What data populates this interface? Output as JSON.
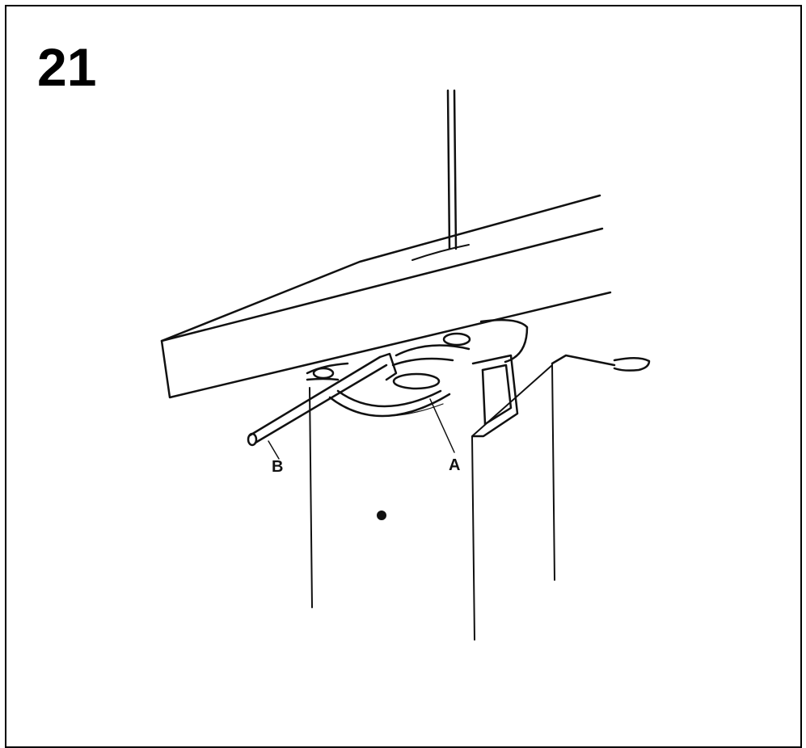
{
  "figure": {
    "number": "21"
  },
  "callouts": {
    "a": "A",
    "b": "B"
  },
  "colors": {
    "ink": "#111111",
    "background": "#ffffff"
  }
}
